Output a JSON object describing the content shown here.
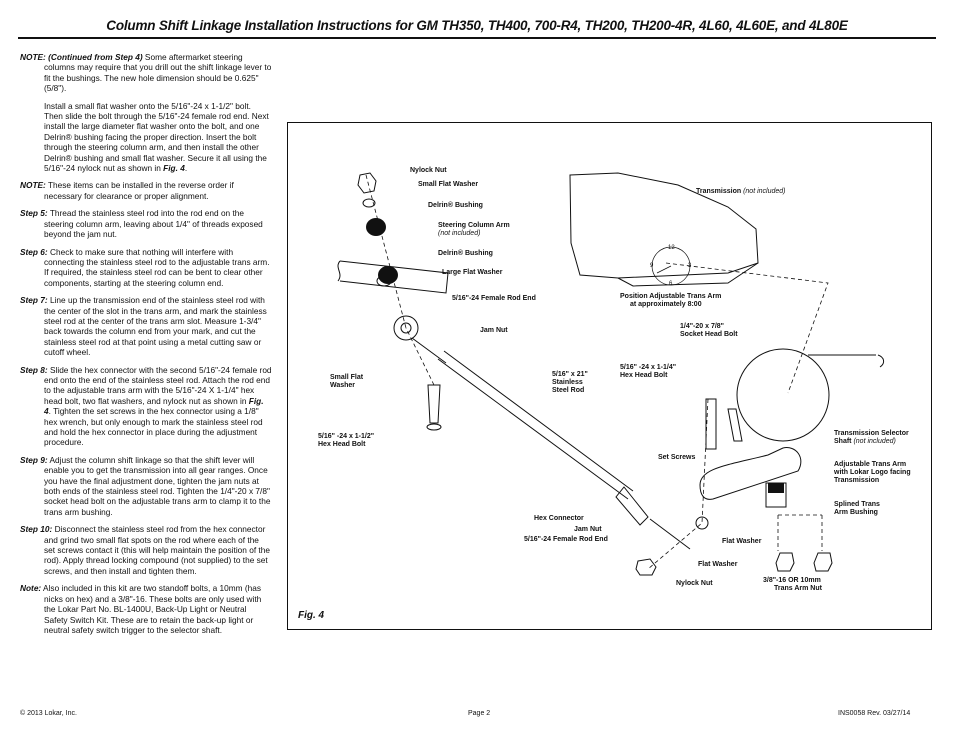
{
  "title": "Column Shift Linkage Installation Instructions for GM TH350, TH400, 700-R4, TH200, TH200-4R, 4L60, 4L60E, and 4L80E",
  "instructions": {
    "note1_label": "NOTE: (Continued from Step 4)",
    "note1_text": " Some aftermarket steering columns may require that you drill out the shift linkage lever to fit the bushings. The new hole dimension should be 0.625\" (5/8\").",
    "install_text_pre": "Install a small flat washer onto the 5/16\"-24 x 1-1/2\" bolt. Then slide the bolt through the 5/16\"-24 female rod end. Next install the large diameter flat washer onto the bolt, and one Delrin® bushing facing the proper direction. Insert the bolt through the steering column arm, and then install the other Delrin® bushing and small flat washer. Secure it all using the 5/16\"-24 nylock nut as shown in ",
    "install_fig": "Fig. 4",
    "install_text_post": ".",
    "note2_label": "NOTE:",
    "note2_text": " These items can be installed in the reverse order if necessary for clearance or proper alignment.",
    "step5_label": "Step 5:",
    "step5_text": " Thread the stainless steel rod into the rod end on the steering column arm, leaving about 1/4\" of threads exposed beyond the jam nut.",
    "step6_label": "Step 6:",
    "step6_text": " Check to make sure that nothing will interfere with connecting the stainless steel rod to the adjustable trans arm. If required, the stainless steel rod can be bent to clear other components, starting at the steering column end.",
    "step7_label": "Step 7:",
    "step7_text": " Line up the transmission end of the stainless steel rod with the center of the slot in the trans arm, and mark the stainless steel rod at the center of the trans arm slot. Measure 1-3/4\" back towards the column end from your mark, and cut the stainless steel rod at that point using a metal cutting saw or cutoff wheel.",
    "step8_label": "Step 8:",
    "step8_text_pre": " Slide the hex connector with the second 5/16\"-24 female rod end onto the end of the stainless steel rod. Attach the rod end to the adjustable trans arm with the 5/16\"-24 X 1-1/4\" hex head bolt, two flat washers, and nylock nut as shown in ",
    "step8_fig": "Fig. 4",
    "step8_text_post": ". Tighten the set screws in the hex connector using a 1/8\" hex wrench, but only enough to mark the stainless steel rod and hold the hex connector in place during the adjustment procedure.",
    "step9_label": "Step 9:",
    "step9_text": " Adjust the column shift linkage so that the shift lever will enable you to get the transmission into all gear ranges. Once you have the final adjustment done, tighten the jam nuts at both ends of the stainless steel rod. Tighten the 1/4\"-20 x 7/8\" socket head bolt on the adjustable trans arm to clamp it to the trans arm bushing.",
    "step10_label": "Step 10:",
    "step10_text": " Disconnect the stainless steel rod from the hex connector and grind two small flat spots on the rod where each of the set screws contact it (this will help maintain the position of the rod). Apply thread locking compound (not supplied) to the set screws, and then install and tighten them.",
    "note3_label": "Note:",
    "note3_text": " Also included in this kit are two standoff bolts, a 10mm (has nicks on hex) and a 3/8\"-16. These bolts are only used with the Lokar Part No. BL-1400U, Back-Up Light or Neutral Safety Switch Kit. These are to retain the back-up light or neutral safety switch trigger to the selector shaft."
  },
  "figure": {
    "caption": "Fig. 4",
    "labels": {
      "nylock_nut_top": "Nylock Nut",
      "small_flat_washer_top": "Small Flat Washer",
      "delrin_bushing_1": "Delrin® Bushing",
      "steering_column_arm": "Steering Column Arm",
      "not_included": "(not included)",
      "delrin_bushing_2": "Delrin® Bushing",
      "large_flat_washer": "Large Flat Washer",
      "female_rod_end_top": "5/16\"-24 Female Rod End",
      "jam_nut_top": "Jam Nut",
      "small_flat_washer_left_1": "Small Flat",
      "small_flat_washer_left_2": "Washer",
      "hex_bolt_left_1": "5/16\" -24 x 1-1/2\"",
      "hex_bolt_left_2": "Hex Head Bolt",
      "rod_1": "5/16\" x 21\"",
      "rod_2": "Stainless",
      "rod_3": "Steel Rod",
      "transmission": "Transmission ",
      "transmission_note": "(not included)",
      "position_1": "Position Adjustable Trans Arm",
      "position_2": "at approximately 8:00",
      "clock_12": "12",
      "clock_9": "9",
      "clock_3": "3",
      "clock_6": "6",
      "socket_bolt_1": "1/4\"-20 x 7/8\"",
      "socket_bolt_2": "Socket Head Bolt",
      "hex_bolt_right_1": "5/16\" -24 x 1-1/4\"",
      "hex_bolt_right_2": "Hex Head Bolt",
      "selector_shaft_1": "Transmission Selector",
      "selector_shaft_2": "Shaft ",
      "selector_shaft_note": "(not included)",
      "set_screws": "Set Screws",
      "adj_arm_1": "Adjustable Trans Arm",
      "adj_arm_2": "with Lokar Logo facing",
      "adj_arm_3": "Transmission",
      "splined_1": "Splined Trans",
      "splined_2": "Arm Bushing",
      "hex_connector": "Hex Connector",
      "jam_nut_bottom": "Jam Nut",
      "female_rod_end_bottom": "5/16\"-24 Female Rod End",
      "flat_washer_1": "Flat Washer",
      "flat_washer_2": "Flat Washer",
      "nylock_nut_bottom": "Nylock Nut",
      "trans_nut_1": "3/8\"-16   OR   10mm",
      "trans_nut_2": "Trans Arm Nut"
    }
  },
  "footer": {
    "copyright": "© 2013 Lokar, Inc.",
    "page": "Page 2",
    "doc": "INS0058  Rev. 03/27/14"
  }
}
